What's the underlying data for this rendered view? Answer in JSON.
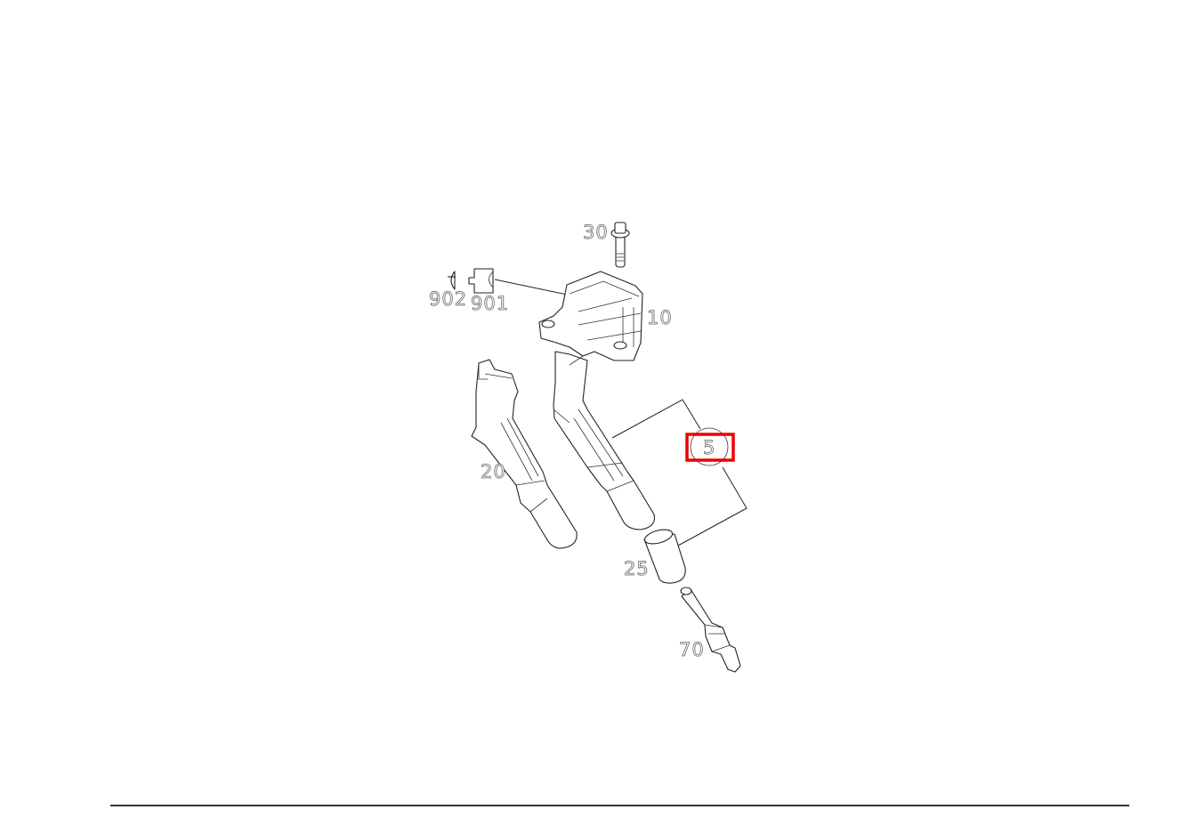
{
  "diagram": {
    "callouts": {
      "c30": "30",
      "c902": "902",
      "c901": "901",
      "c10": "10",
      "c20": "20",
      "c5": "5",
      "c25": "25",
      "c70": "70"
    },
    "highlighted_callout": "5",
    "highlight_color": "#ee0000"
  }
}
